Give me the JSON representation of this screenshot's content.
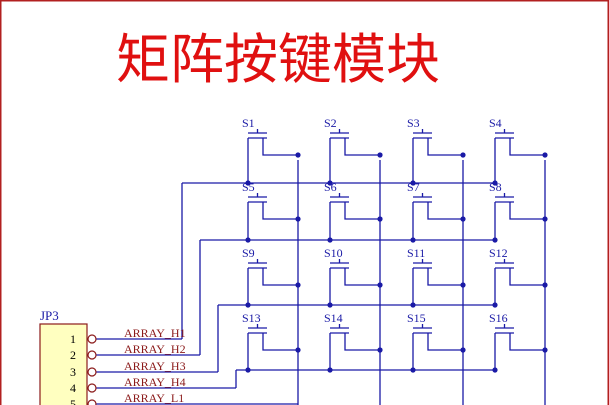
{
  "title": "矩阵按键模块",
  "connector": {
    "ref": "JP3",
    "pins": [
      "1",
      "2",
      "3",
      "4",
      "5"
    ]
  },
  "nets": [
    "ARRAY_H1",
    "ARRAY_H2",
    "ARRAY_H3",
    "ARRAY_H4",
    "ARRAY_L1"
  ],
  "switches": [
    "S1",
    "S2",
    "S3",
    "S4",
    "S5",
    "S6",
    "S7",
    "S8",
    "S9",
    "S10",
    "S11",
    "S12",
    "S13",
    "S14",
    "S15",
    "S16"
  ],
  "colors": {
    "border": "#b22020",
    "title": "#e01010",
    "wire": "#1a1aa6",
    "label": "#8b1a1a",
    "ref_text": "#1a1aa6",
    "connector_fill": "#ffffc0",
    "connector_stroke": "#8b1a1a"
  }
}
